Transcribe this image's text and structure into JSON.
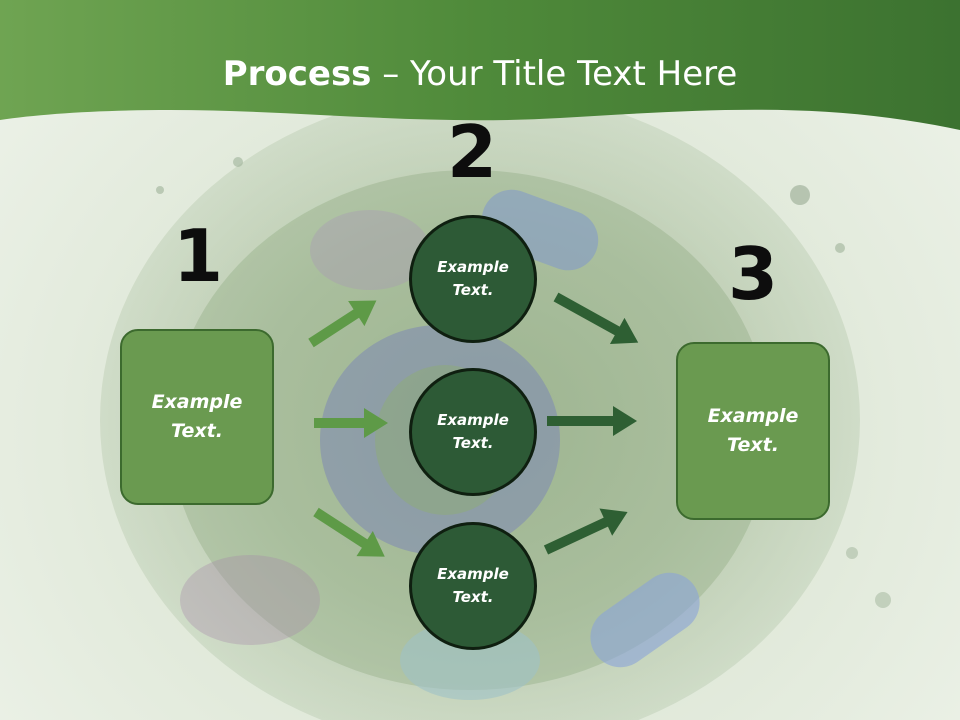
{
  "title": {
    "bold": "Process",
    "rest": " – Your Title Text Here"
  },
  "steps": {
    "one": "1",
    "two": "2",
    "three": "3"
  },
  "left_box": {
    "line1": "Example",
    "line2": "Text."
  },
  "right_box": {
    "line1": "Example",
    "line2": "Text."
  },
  "circles": [
    {
      "line1": "Example",
      "line2": "Text."
    },
    {
      "line1": "Example",
      "line2": "Text."
    },
    {
      "line1": "Example",
      "line2": "Text."
    }
  ],
  "colors": {
    "header_green": "#5b9140",
    "box_fill": "#6a9a50",
    "circle_fill": "#2d5a36",
    "arrow_light": "#5e9a47",
    "arrow_dark": "#2e5f33"
  }
}
